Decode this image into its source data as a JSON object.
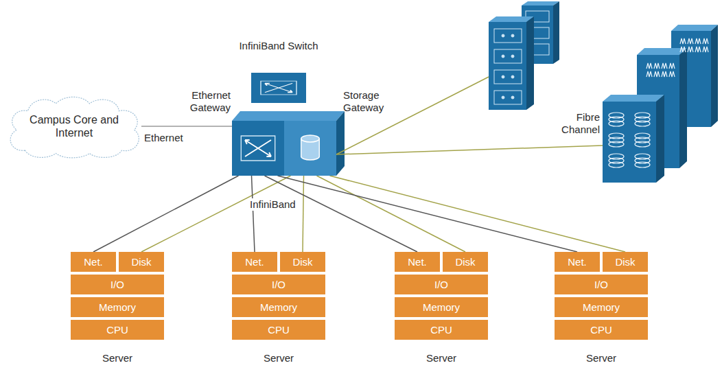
{
  "diagram": {
    "nodes": [
      {
        "text": [
          "Campus Core and Internet"
        ]
      },
      {
        "text": [
          "InfiniBand Switch"
        ]
      },
      {
        "text": [
          "Ethernet Gateway"
        ]
      },
      {
        "text": [
          "Storage Gateway"
        ]
      },
      {
        "text": [
          "Server"
        ]
      },
      {
        "text": [
          "Net."
        ],
        "in": 4
      },
      {
        "text": [
          "Disk"
        ],
        "in": 4
      },
      {
        "text": [
          "I/O"
        ],
        "in": 4
      },
      {
        "text": [
          "Memory"
        ],
        "in": 4
      },
      {
        "text": [
          "CPU"
        ],
        "in": 4
      },
      {
        "text": [
          "Server"
        ]
      },
      {
        "text": [
          "Net."
        ],
        "in": 10
      },
      {
        "text": [
          "Disk"
        ],
        "in": 10
      },
      {
        "text": [
          "I/O"
        ],
        "in": 10
      },
      {
        "text": [
          "Memory"
        ],
        "in": 10
      },
      {
        "text": [
          "CPU"
        ],
        "in": 10
      },
      {
        "text": [
          "Server"
        ]
      },
      {
        "text": [
          "Net."
        ],
        "in": 16
      },
      {
        "text": [
          "Disk"
        ],
        "in": 16
      },
      {
        "text": [
          "I/O"
        ],
        "in": 16
      },
      {
        "text": [
          "Memory"
        ],
        "in": 16
      },
      {
        "text": [
          "CPU"
        ],
        "in": 16
      },
      {
        "text": [
          "Server"
        ]
      },
      {
        "text": [
          "Net."
        ],
        "in": 22
      },
      {
        "text": [
          "Disk"
        ],
        "in": 22
      },
      {
        "text": [
          "I/O"
        ],
        "in": 22
      },
      {
        "text": [
          "Memory"
        ],
        "in": 22
      },
      {
        "text": [
          "CPU"
        ],
        "in": 22
      }
    ],
    "edges": [
      {
        "from": 0,
        "to": 2,
        "arrow": "none",
        "label": "Ethernet"
      },
      {
        "from": 5,
        "to": 2,
        "arrow": "none"
      },
      {
        "from": 6,
        "to": 3,
        "arrow": "none"
      },
      {
        "from": 11,
        "to": 2,
        "arrow": "none"
      },
      {
        "from": 12,
        "to": 3,
        "arrow": "none"
      },
      {
        "from": 17,
        "to": 2,
        "arrow": "none"
      },
      {
        "from": 18,
        "to": 3,
        "arrow": "none"
      },
      {
        "from": 23,
        "to": 2,
        "arrow": "none"
      },
      {
        "from": 24,
        "to": 3,
        "arrow": "none"
      }
    ],
    "labels": [
      "InfiniBand",
      "Fibre Channel"
    ]
  }
}
